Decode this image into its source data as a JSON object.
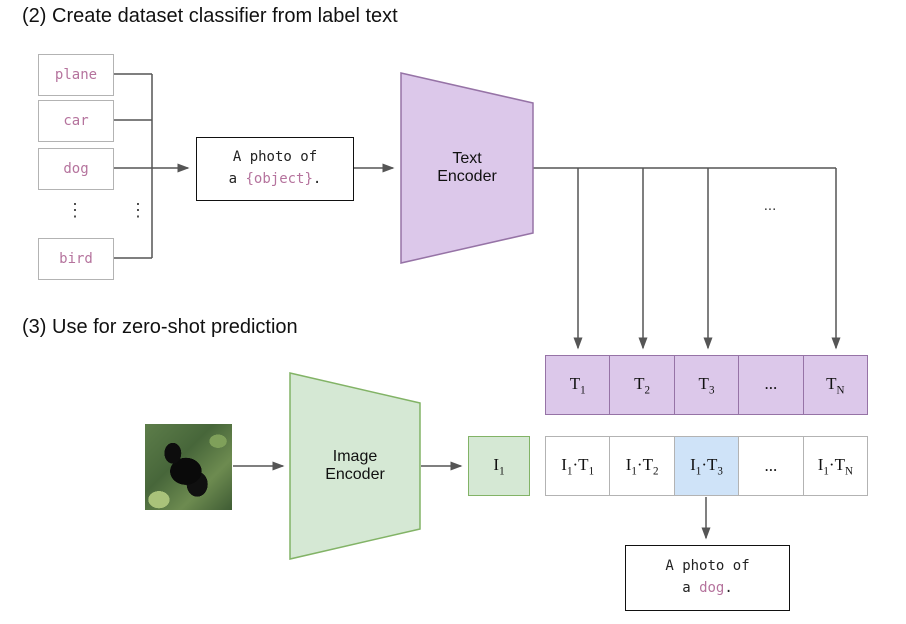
{
  "colors": {
    "purple_fill": "#dcc8ea",
    "purple_border": "#9673a6",
    "green_fill": "#d5e8d4",
    "green_border": "#82b366",
    "blue_fill": "#cfe3f8",
    "pink_text": "#b5739d",
    "line": "#555555",
    "box_border": "#b3b3b3",
    "text": "#1a1a1a"
  },
  "s2": {
    "title": "(2) Create dataset classifier from label text",
    "labels": [
      "plane",
      "car",
      "dog",
      "bird"
    ],
    "vdots": "⋮",
    "prompt": {
      "line1": "A photo of",
      "pre": "a ",
      "object": "{object}",
      "post": "."
    },
    "encoder": "Text Encoder",
    "hdots": "...",
    "t_cells": [
      {
        "b": "T",
        "s": "1"
      },
      {
        "b": "T",
        "s": "2"
      },
      {
        "b": "T",
        "s": "3"
      },
      {
        "b": "...",
        "s": ""
      },
      {
        "b": "T",
        "s": "N"
      }
    ]
  },
  "s3": {
    "title": "(3) Use for zero-shot prediction",
    "encoder": "Image Encoder",
    "i_cell": {
      "b": "I",
      "s": "1"
    },
    "sim_cells": [
      {
        "a": "I",
        "as": "1",
        "dot": "·",
        "b": "T",
        "bs": "1"
      },
      {
        "a": "I",
        "as": "1",
        "dot": "·",
        "b": "T",
        "bs": "2"
      },
      {
        "a": "I",
        "as": "1",
        "dot": "·",
        "b": "T",
        "bs": "3"
      },
      {
        "text": "..."
      },
      {
        "a": "I",
        "as": "1",
        "dot": "·",
        "b": "T",
        "bs": "N"
      }
    ],
    "result": {
      "line1": "A photo of",
      "pre": "a ",
      "object": "dog",
      "post": "."
    }
  }
}
